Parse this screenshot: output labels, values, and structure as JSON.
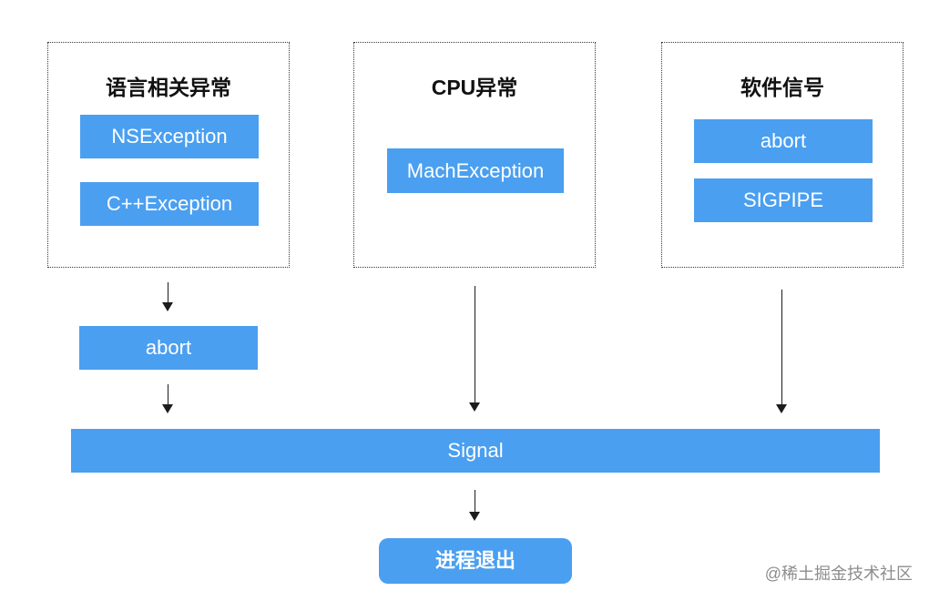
{
  "groups": [
    {
      "title": "语言相关异常",
      "items": [
        "NSException",
        "C++Exception"
      ]
    },
    {
      "title": "CPU异常",
      "items": [
        "MachException"
      ]
    },
    {
      "title": "软件信号",
      "items": [
        "abort",
        "SIGPIPE"
      ]
    }
  ],
  "middle_abort": "abort",
  "signal": "Signal",
  "exit": "进程退出",
  "watermark": "@稀土掘金技术社区",
  "colors": {
    "box_fill": "#4a9ff0",
    "box_text": "#ffffff",
    "border": "#3a3a3a",
    "arrow": "#1c1c1c"
  }
}
